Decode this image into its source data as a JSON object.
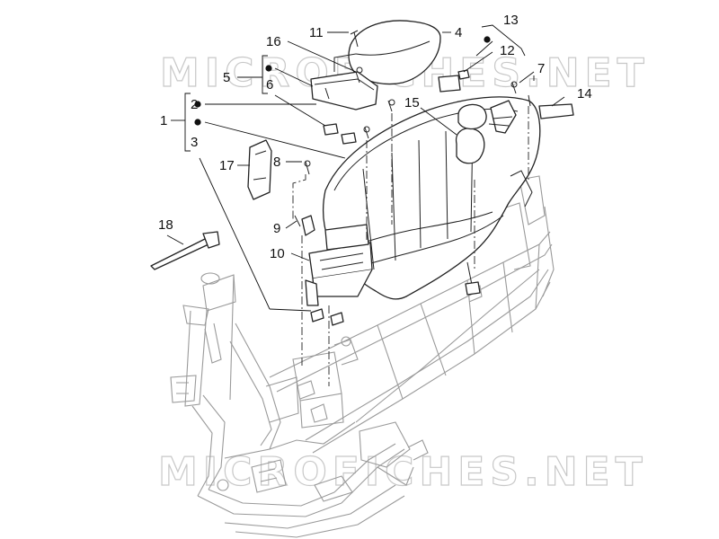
{
  "watermark": "MICROFICHES.NET",
  "callouts": {
    "c1": "1",
    "c2": "2",
    "c3": "3",
    "c4": "4",
    "c5": "5",
    "c6": "6",
    "c7": "7",
    "c8": "8",
    "c9": "9",
    "c10": "10",
    "c11": "11",
    "c12": "12",
    "c13": "13",
    "c14": "14",
    "c15": "15",
    "c16": "16",
    "c17": "17",
    "c18": "18"
  },
  "colors": {
    "line": "#222222",
    "frame": "#9a9a9a",
    "watermark_stroke": "#c8c8c8",
    "background": "#ffffff"
  }
}
